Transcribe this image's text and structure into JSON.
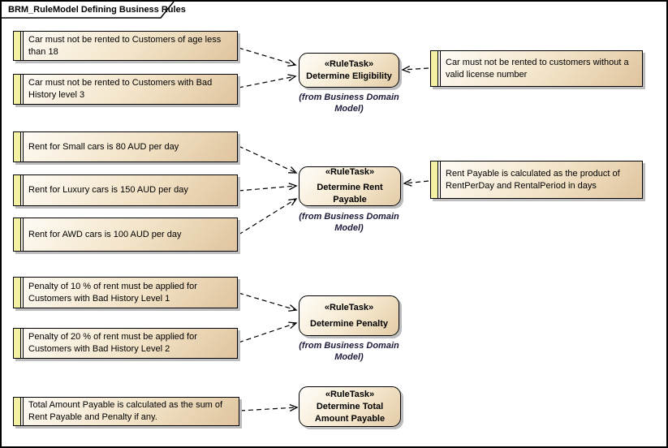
{
  "diagram": {
    "title": "BRM_RuleModel Defining Business Rules",
    "type_label": "Business Rule Model diagram"
  },
  "colors": {
    "frame_border": "#000000",
    "note_fill_light": "#FFFDF8",
    "note_fill_dark": "#DFC49E",
    "note_stripe_yellow": "#F4F1A3",
    "shadow": "#BDBDBD",
    "connector": "#000000"
  },
  "notes": [
    {
      "id": "rule-age",
      "text": "Car must not be rented to Customers of age less than 18"
    },
    {
      "id": "rule-bad-history-3",
      "text": "Car must not be rented to Customers with Bad History level 3"
    },
    {
      "id": "rule-rent-small",
      "text": "Rent for Small cars is 80 AUD per day"
    },
    {
      "id": "rule-rent-luxury",
      "text": "Rent for Luxury cars is 150 AUD per day"
    },
    {
      "id": "rule-rent-awd",
      "text": "Rent for AWD cars is 100 AUD per day"
    },
    {
      "id": "rule-penalty-10",
      "text": "Penalty of 10 % of rent must be applied for Customers with Bad History Level 1"
    },
    {
      "id": "rule-penalty-20",
      "text": "Penalty of 20 % of rent must be applied for Customers with Bad History Level 2"
    },
    {
      "id": "rule-total-amount",
      "text": "Total Amount Payable is calculated as the sum of Rent Payable and Penalty if any."
    },
    {
      "id": "rule-license",
      "text": "Car must not be rented to customers without a valid license number"
    },
    {
      "id": "rule-rent-payable-calc",
      "text": "Rent Payable is calculated as the product of RentPerDay and RentalPeriod in days"
    }
  ],
  "ruletasks": [
    {
      "stereotype": "«RuleTask»",
      "name": "Determine Eligibility",
      "from": "(from Business Domain Model)"
    },
    {
      "stereotype": "«RuleTask»",
      "name": "Determine Rent Payable",
      "from": "(from Business Domain Model)"
    },
    {
      "stereotype": "«RuleTask»",
      "name": "Determine Penalty",
      "from": "(from Business Domain Model)"
    },
    {
      "stereotype": "«RuleTask»",
      "name": "Determine Total Amount Payable",
      "from": ""
    }
  ],
  "connections": [
    {
      "from": "rule-age",
      "to": "Determine Eligibility",
      "type": "dependency"
    },
    {
      "from": "rule-bad-history-3",
      "to": "Determine Eligibility",
      "type": "dependency"
    },
    {
      "from": "rule-license",
      "to": "Determine Eligibility",
      "type": "dependency"
    },
    {
      "from": "rule-rent-small",
      "to": "Determine Rent Payable",
      "type": "dependency"
    },
    {
      "from": "rule-rent-luxury",
      "to": "Determine Rent Payable",
      "type": "dependency"
    },
    {
      "from": "rule-rent-awd",
      "to": "Determine Rent Payable",
      "type": "dependency"
    },
    {
      "from": "rule-rent-payable-calc",
      "to": "Determine Rent Payable",
      "type": "dependency"
    },
    {
      "from": "rule-penalty-10",
      "to": "Determine Penalty",
      "type": "dependency"
    },
    {
      "from": "rule-penalty-20",
      "to": "Determine Penalty",
      "type": "dependency"
    },
    {
      "from": "rule-total-amount",
      "to": "Determine Total Amount Payable",
      "type": "dependency"
    }
  ]
}
